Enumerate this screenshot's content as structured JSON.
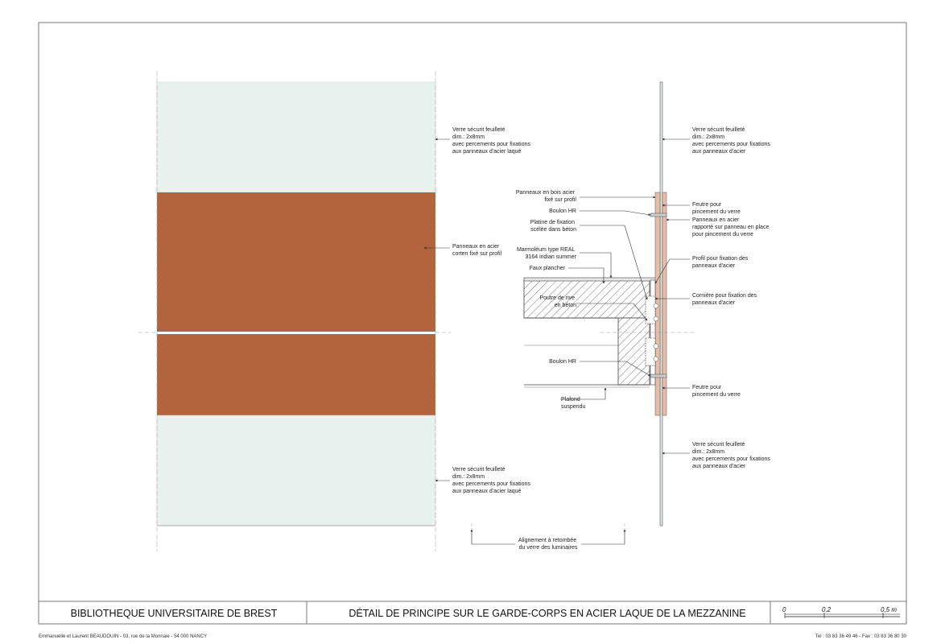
{
  "colors": {
    "glass": "#e9f1ee",
    "corten": "#b2643c",
    "wood_panel": "#e6bda6",
    "line": "#444444"
  },
  "elevation": {
    "glass_top_label": [
      "Verre sécurit feuilleté",
      "dim.: 2x8mm",
      "avec percements pour fixations",
      "aux panneaux d'acier laqué"
    ],
    "corten_label": [
      "Panneaux en acier",
      "corten fixé sur profil"
    ],
    "glass_bottom_label": [
      "Verre sécurit feuilleté",
      "dim.: 2x8mm",
      "avec percements pour fixations",
      "aux panneaux d'acier laqué"
    ]
  },
  "section": {
    "glass_top_label": [
      "Verre sécurit feuilleté",
      "dim.: 2x8mm",
      "avec percements pour fixations",
      "aux panneaux d'acier"
    ],
    "wood_panel_label": [
      "Panneaux en bois acier",
      "fixé sur profil"
    ],
    "bolt_top_label": "Boulon HR",
    "plate_label": [
      "Platine de fixation",
      "scélée dans béton"
    ],
    "marmoleum_label": [
      "Marmoléum type REAL",
      "3164 indian summer"
    ],
    "faux_plancher_label": "Faux plancher",
    "beam_label": [
      "Poutre de rive",
      "en béton"
    ],
    "bolt_bottom_label": "Boulon HR",
    "plafond_label": [
      "Plafond",
      "suspendu"
    ],
    "felt_top_label": [
      "Feutre pour",
      "pincement du verre"
    ],
    "steel_panel_label": [
      "Panneaux en acier",
      "rapporté sur panneau en place",
      "pour pincement du verre"
    ],
    "profile_label": [
      "Profil pour fixation des",
      "panneaux d'acier"
    ],
    "angle_label": [
      "Cornière pour fixation des",
      "panneaux d'acier"
    ],
    "felt_bottom_label": [
      "Feutre pour",
      "pincement du verre"
    ],
    "glass_bottom_label": [
      "Verre sécurit feuilleté",
      "dim.: 2x8mm",
      "avec percements pour fixations",
      "aux panneaux d'acier"
    ],
    "alignment_label": [
      "Alignement à retombée",
      "du verre des luminaires"
    ]
  },
  "title_block": {
    "project": "BIBLIOTHEQUE UNIVERSITAIRE DE BREST",
    "drawing": "DÉTAIL DE PRINCIPE SUR LE GARDE-CORPS EN ACIER LAQUE DE LA MEZZANINE",
    "scale_ticks": [
      "0",
      "0,2",
      "0,5 m"
    ]
  },
  "footer": {
    "architects": "Emmanuelle et Laurent BEAUDOUIN - 03, rue de la Monnaie - 54 000  NANCY",
    "contact": "Tel : 03 83 36 49 46 - Fax : 03 83 36 80 30"
  }
}
